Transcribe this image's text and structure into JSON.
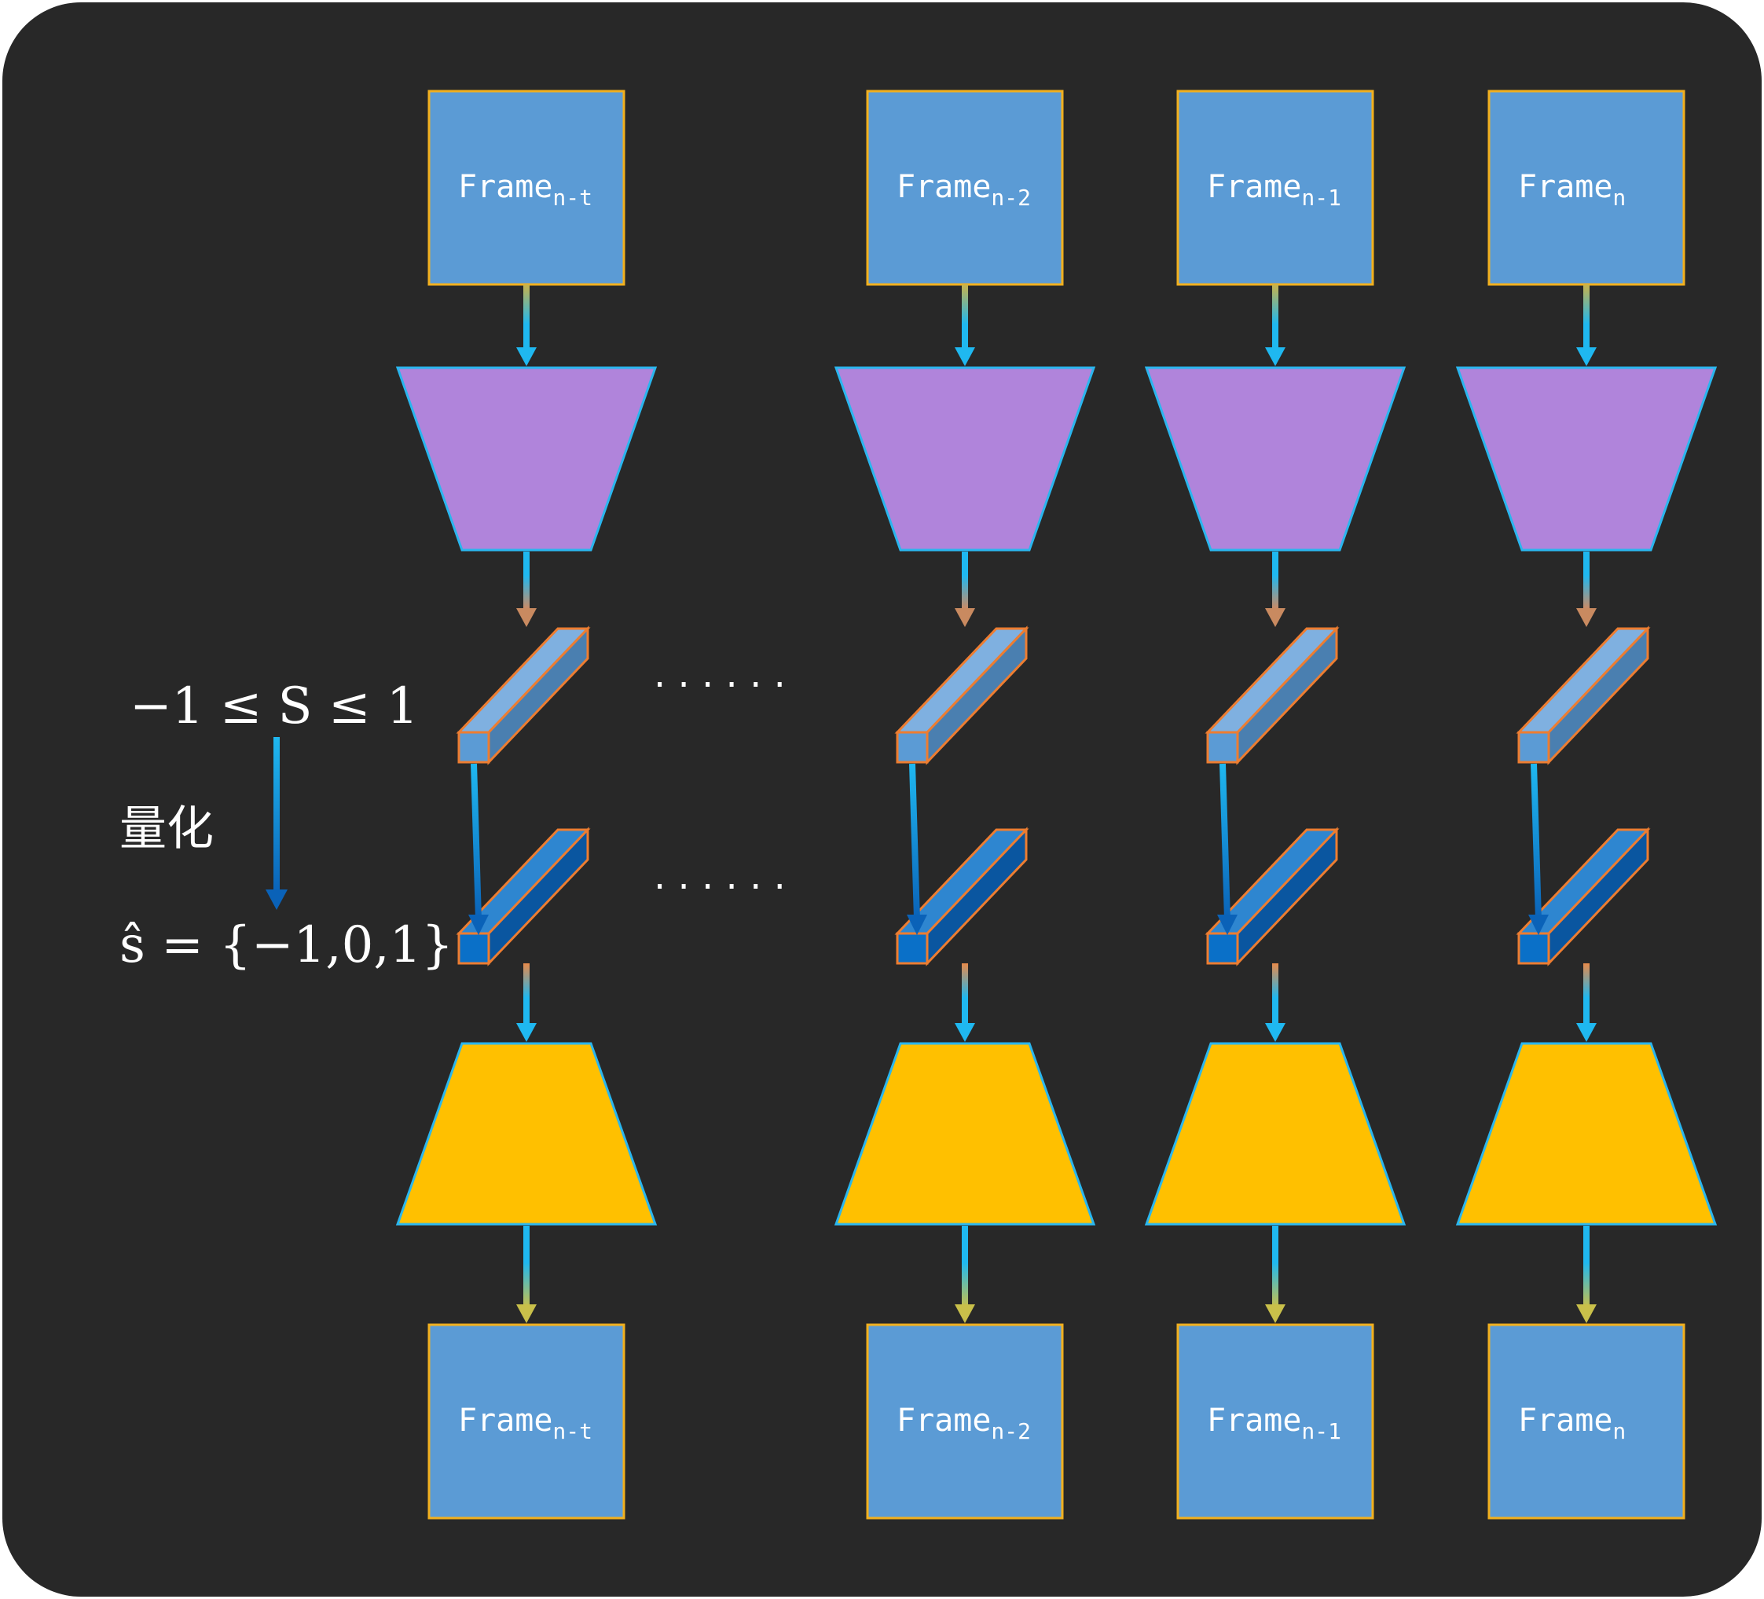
{
  "columns": [
    {
      "id": "n-t",
      "top_label": "Frame",
      "top_sub": "n-t",
      "bottom_label": "Frame",
      "bottom_sub": "n-t"
    },
    {
      "id": "n-2",
      "top_label": "Frame",
      "top_sub": "n-2",
      "bottom_label": "Frame",
      "bottom_sub": "n-2"
    },
    {
      "id": "n-1",
      "top_label": "Frame",
      "top_sub": "n-1",
      "bottom_label": "Frame",
      "bottom_sub": "n-1"
    },
    {
      "id": "n",
      "top_label": "Frame",
      "top_sub": "n",
      "bottom_label": "Frame",
      "bottom_sub": "n"
    }
  ],
  "annotations": {
    "range": "−1 ≤ S ≤ 1",
    "quantize": "量化",
    "set": "ŝ = {−1,0,1}",
    "ellipsis": "· · · · · ·"
  },
  "colors": {
    "background": "#282828",
    "frame_fill": "#5b9bd5",
    "frame_stroke": "#f2b01e",
    "encoder_fill": "#b084db",
    "decoder_fill": "#ffc000",
    "trapezoid_stroke": "#2ab6ee",
    "arrow": "#1fb8f0",
    "bar_top": "#7fb0e0",
    "bar_side": "#4a7fb0",
    "bar_front": "#5b9bd5",
    "bar_stroke": "#ed7d31",
    "qbar_top": "#2e86d0",
    "qbar_side": "#0a56a0",
    "qbar_front": "#0a70c8"
  }
}
